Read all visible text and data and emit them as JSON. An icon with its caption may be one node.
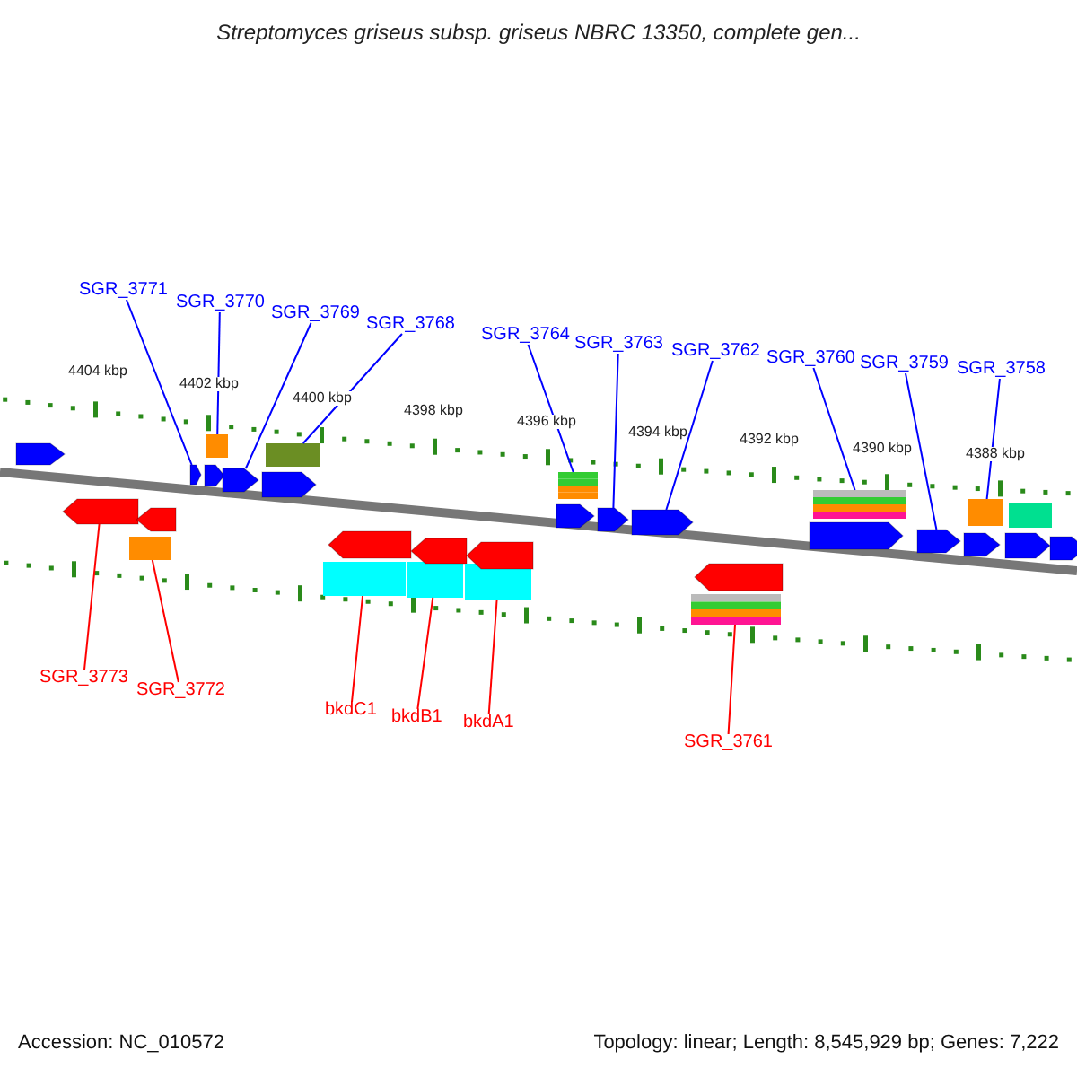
{
  "diagram": {
    "title": "Streptomyces griseus subsp. griseus NBRC 13350, complete gen...",
    "nodes": [
      {
        "text": [
          "SGR_3771"
        ]
      },
      {
        "text": [
          "SGR_3770"
        ]
      },
      {
        "text": [
          "SGR_3769"
        ]
      },
      {
        "text": [
          "SGR_3768"
        ]
      },
      {
        "text": [
          "SGR_3764"
        ]
      },
      {
        "text": [
          "SGR_3763"
        ]
      },
      {
        "text": [
          "SGR_3762"
        ]
      },
      {
        "text": [
          "SGR_3760"
        ]
      },
      {
        "text": [
          "SGR_3759"
        ]
      },
      {
        "text": [
          "SGR_3758"
        ]
      },
      {
        "text": [
          "SGR_3773"
        ]
      },
      {
        "text": [
          "SGR_3772"
        ]
      },
      {
        "text": [
          "bkdC1"
        ]
      },
      {
        "text": [
          "bkdB1"
        ]
      },
      {
        "text": [
          "bkdA1"
        ]
      },
      {
        "text": [
          "SGR_3761"
        ]
      },
      {
        "text": [],
        "shape": "pentagon"
      },
      {
        "text": [],
        "shape": "pentagon"
      },
      {
        "text": [],
        "shape": "box"
      },
      {
        "text": [],
        "shape": "pentagon"
      },
      {
        "text": [],
        "shape": "pentagon"
      },
      {
        "text": [],
        "shape": "pentagon"
      },
      {
        "text": [],
        "shape": "box"
      },
      {
        "text": [],
        "shape": "pentagon"
      },
      {
        "text": [],
        "shape": "pentagon"
      },
      {
        "text": [],
        "shape": "box"
      },
      {
        "text": [],
        "shape": "box"
      },
      {
        "text": [],
        "shape": "pentagon"
      },
      {
        "text": [],
        "shape": "box"
      },
      {
        "text": [],
        "shape": "pentagon"
      },
      {
        "text": [],
        "shape": "box"
      },
      {
        "text": [],
        "shape": "pentagon"
      },
      {
        "text": [],
        "shape": "pentagon"
      },
      {
        "text": [],
        "shape": "box"
      },
      {
        "text": [],
        "shape": "pentagon"
      },
      {
        "text": [],
        "shape": "pentagon"
      },
      {
        "text": [],
        "shape": "box"
      },
      {
        "text": [],
        "shape": "pentagon"
      },
      {
        "text": [],
        "shape": "pentagon"
      },
      {
        "text": [],
        "shape": "box"
      },
      {
        "text": [],
        "shape": "pentagon"
      },
      {
        "text": [],
        "shape": "pentagon"
      },
      {
        "text": [],
        "shape": "box"
      },
      {
        "text": [],
        "shape": "pentagon"
      },
      {
        "text": [],
        "shape": "box"
      },
      {
        "text": [],
        "shape": "pentagon"
      }
    ],
    "edges": [
      {
        "from": 0,
        "to": 20,
        "arrow": "none"
      },
      {
        "from": 1,
        "to": 22,
        "arrow": "none"
      },
      {
        "from": 2,
        "to": 23,
        "arrow": "none"
      },
      {
        "from": 3,
        "to": 25,
        "arrow": "none"
      },
      {
        "from": 4,
        "to": 33,
        "arrow": "none"
      },
      {
        "from": 5,
        "to": 34,
        "arrow": "none"
      },
      {
        "from": 6,
        "to": 35,
        "arrow": "none"
      },
      {
        "from": 7,
        "to": 39,
        "arrow": "none"
      },
      {
        "from": 8,
        "to": 40,
        "arrow": "none"
      },
      {
        "from": 9,
        "to": 42,
        "arrow": "none"
      },
      {
        "from": 10,
        "to": 17,
        "arrow": "none",
        "color": "#ff0000"
      },
      {
        "from": 11,
        "to": 18,
        "arrow": "none",
        "color": "#ff0000"
      },
      {
        "from": 12,
        "to": 26,
        "arrow": "none",
        "color": "#ff0000"
      },
      {
        "from": 13,
        "to": 28,
        "arrow": "none",
        "color": "#ff0000"
      },
      {
        "from": 14,
        "to": 30,
        "arrow": "none",
        "color": "#ff0000"
      },
      {
        "from": 15,
        "to": 36,
        "arrow": "none",
        "color": "#ff0000"
      }
    ],
    "labels": [
      "4404 kbp",
      "4402 kbp",
      "4400 kbp",
      "4398 kbp",
      "4396 kbp",
      "4394 kbp",
      "4392 kbp",
      "4390 kbp",
      "4388 kbp",
      "Accession: NC_010572",
      "Topology: linear; Length: 8,545,929 bp; Genes: 7,222"
    ]
  }
}
